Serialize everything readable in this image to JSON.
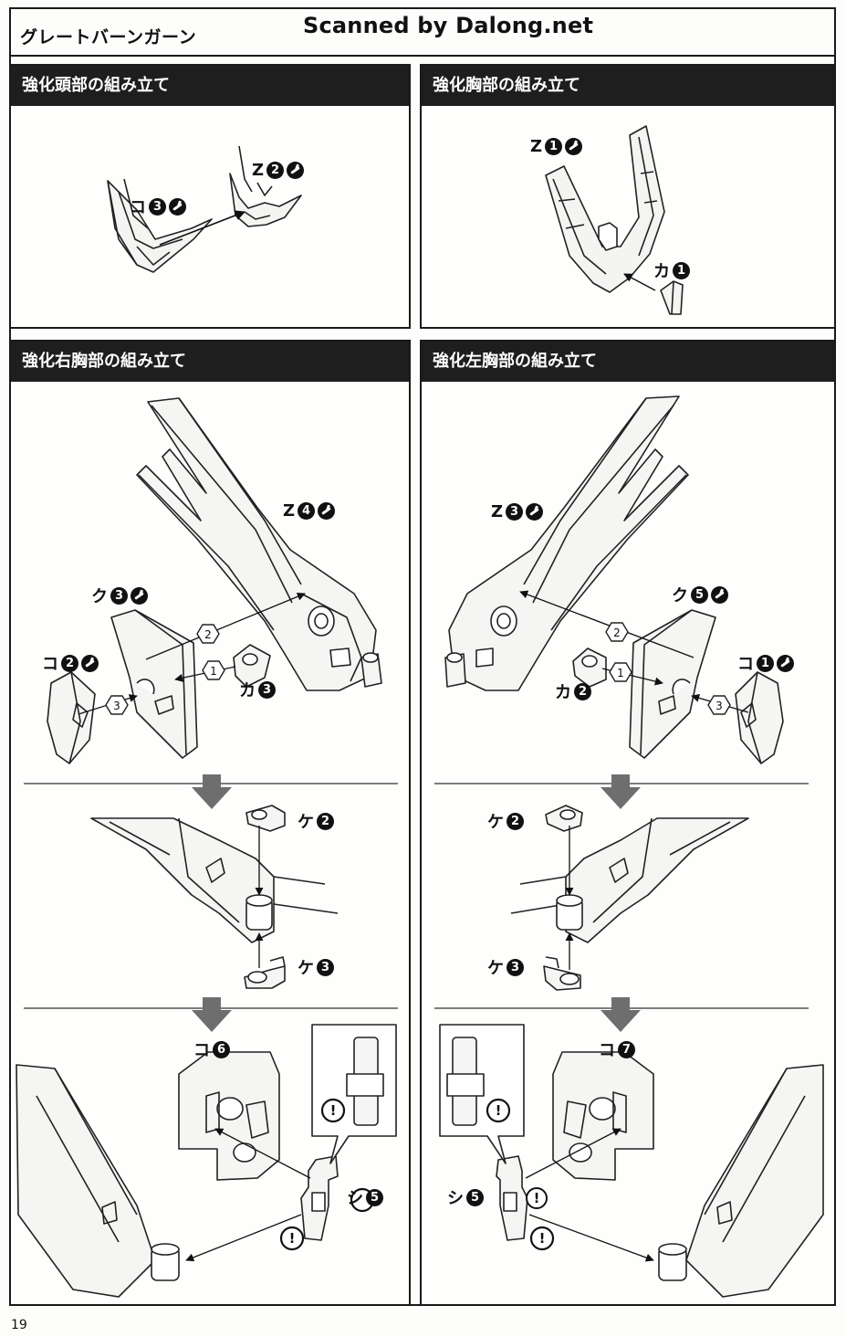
{
  "page": {
    "title": "グレートバーンガーン",
    "watermark": "Scanned by Dalong.net",
    "page_number": "19"
  },
  "sections": [
    {
      "title": "強化頭部の組み立て",
      "labels": [
        {
          "part": "コ",
          "num": "3"
        },
        {
          "part": "Z",
          "num": "2"
        }
      ]
    },
    {
      "title": "強化胸部の組み立て",
      "labels": [
        {
          "part": "Z",
          "num": "1"
        },
        {
          "part": "カ",
          "num": "1"
        }
      ]
    },
    {
      "title": "強化右胸部の組み立て",
      "labels": [
        {
          "part": "Z",
          "num": "4"
        },
        {
          "part": "ク",
          "num": "3"
        },
        {
          "part": "コ",
          "num": "2"
        },
        {
          "part": "カ",
          "num": "3"
        },
        {
          "part": "ケ",
          "num": "2"
        },
        {
          "part": "ケ",
          "num": "3"
        },
        {
          "part": "コ",
          "num": "6"
        },
        {
          "part": "シ",
          "num": "5"
        }
      ],
      "steps": [
        "1",
        "2",
        "3"
      ]
    },
    {
      "title": "強化左胸部の組み立て",
      "labels": [
        {
          "part": "Z",
          "num": "3"
        },
        {
          "part": "ク",
          "num": "5"
        },
        {
          "part": "コ",
          "num": "1"
        },
        {
          "part": "カ",
          "num": "2"
        },
        {
          "part": "ケ",
          "num": "2"
        },
        {
          "part": "ケ",
          "num": "3"
        },
        {
          "part": "コ",
          "num": "7"
        },
        {
          "part": "シ",
          "num": "5"
        }
      ],
      "steps": [
        "1",
        "2",
        "3"
      ]
    }
  ],
  "notices": [
    "!",
    "!",
    "!",
    "!",
    "!",
    "!"
  ]
}
